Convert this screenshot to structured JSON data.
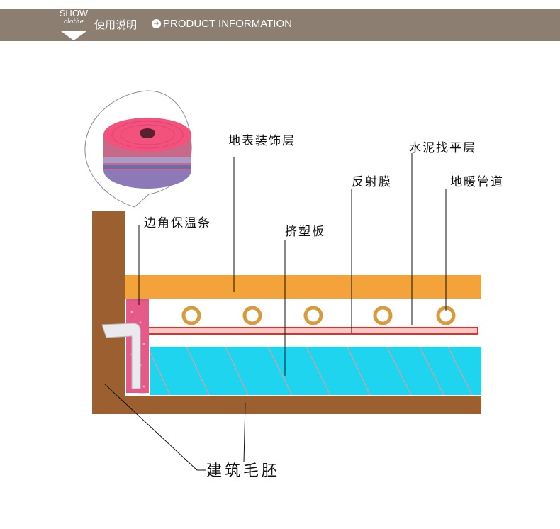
{
  "header": {
    "show": "SHOW",
    "clothe": "clothe",
    "title_cn": "使用说明",
    "title_en": "PRODUCT INFORMATION",
    "arrow_icon": "arrow-right-circle-icon"
  },
  "labels": {
    "floor_finish": "地表装饰层",
    "cement_layer": "水泥找平层",
    "reflective_film": "反射膜",
    "heating_pipe": "地暖管道",
    "edge_strip": "边角保温条",
    "xps_board": "挤塑板",
    "building_blank": "建筑毛胚"
  },
  "colors": {
    "header_bg": "#8c7f72",
    "wall": "#9c5f2f",
    "finish_layer": "#f3a33a",
    "board": "#1ed4ef",
    "film": "#e0302a",
    "pipe": "#d89a3a",
    "strip": "#e8507e"
  }
}
